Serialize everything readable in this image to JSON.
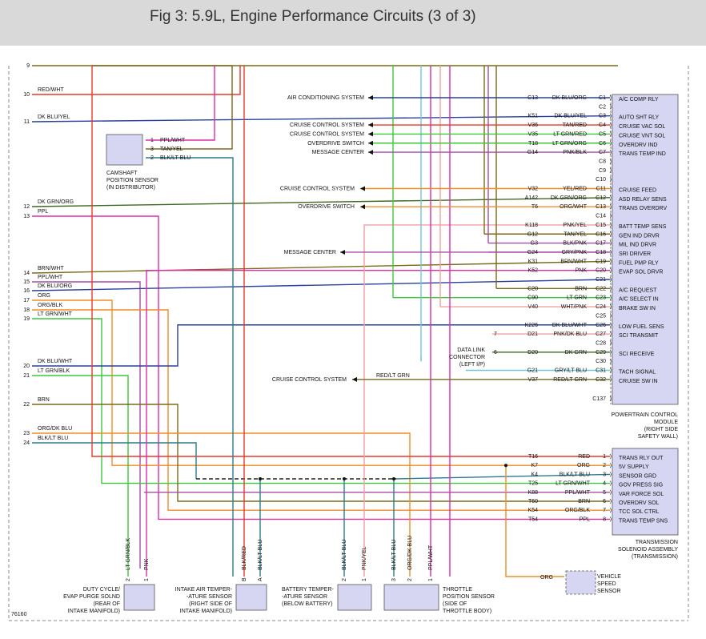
{
  "title": "Fig 3: 5.9L, Engine Performance Circuits (3 of 3)",
  "figure_id": "76160",
  "colors": {
    "red": "#e8392a",
    "orange": "#f28c28",
    "olive": "#7a6a1a",
    "darkblue": "#2a3f9e",
    "darkgreen": "#3f6a1e",
    "magenta": "#e02ca8",
    "green": "#3cc83c",
    "teal": "#2a7c8c",
    "pink": "#f0a0a0",
    "purple": "#a64ca6",
    "lightblue": "#70c8d8",
    "gray": "#777777",
    "pcm_fill": "#d6d6f2"
  },
  "left_wires": [
    {
      "num": "9",
      "label": ""
    },
    {
      "num": "10",
      "label": "RED/WHT"
    },
    {
      "num": "11",
      "label": "DK BLU/YEL"
    },
    {
      "num": "12",
      "label": "DK GRN/ORG"
    },
    {
      "num": "13",
      "label": "PPL"
    },
    {
      "num": "14",
      "label": "BRN/WHT"
    },
    {
      "num": "15",
      "label": "PPL/WHT"
    },
    {
      "num": "16",
      "label": "DK BLU/ORG"
    },
    {
      "num": "17",
      "label": "ORG"
    },
    {
      "num": "18",
      "label": "ORG/BLK"
    },
    {
      "num": "19",
      "label": "LT GRN/WHT"
    },
    {
      "num": "20",
      "label": "DK BLU/WHT"
    },
    {
      "num": "21",
      "label": "LT GRN/BLK"
    },
    {
      "num": "22",
      "label": "BRN"
    },
    {
      "num": "23",
      "label": "ORG/DK BLU"
    },
    {
      "num": "24",
      "label": "BLK/LT BLU"
    }
  ],
  "pcm": {
    "label_lines": [
      "POWERTRAIN CONTROL",
      "MODULE",
      "(RIGHT SIDE",
      "SAFETY WALL)"
    ],
    "pins": [
      {
        "pin": "C1",
        "circuit": "C13",
        "wire": "DK BLU/ORG",
        "func": "A/C COMP RLY"
      },
      {
        "pin": "C2",
        "circuit": "",
        "wire": "",
        "func": ""
      },
      {
        "pin": "C3",
        "circuit": "K51",
        "wire": "DK BLU/YEL",
        "func": "AUTO SHT RLY"
      },
      {
        "pin": "C4",
        "circuit": "V36",
        "wire": "TAN/RED",
        "func": "CRUISE VAC SOL"
      },
      {
        "pin": "C5",
        "circuit": "V35",
        "wire": "LT GRN/RED",
        "func": "CRUISE VNT SOL"
      },
      {
        "pin": "C6",
        "circuit": "T18",
        "wire": "LT GRN/ORG",
        "func": "OVERDRV IND"
      },
      {
        "pin": "C7",
        "circuit": "G14",
        "wire": "PNK/BLK",
        "func": "TRANS TEMP IND"
      },
      {
        "pin": "C8",
        "circuit": "",
        "wire": "",
        "func": ""
      },
      {
        "pin": "C9",
        "circuit": "",
        "wire": "",
        "func": ""
      },
      {
        "pin": "C10",
        "circuit": "",
        "wire": "",
        "func": ""
      },
      {
        "pin": "C11",
        "circuit": "V32",
        "wire": "YEL/RED",
        "func": "CRUISE FEED"
      },
      {
        "pin": "C12",
        "circuit": "A142",
        "wire": "DK GRN/ORG",
        "func": "ASD RELAY SENS"
      },
      {
        "pin": "C13",
        "circuit": "T6",
        "wire": "ORG/WHT",
        "func": "TRANS OVERDRV"
      },
      {
        "pin": "C14",
        "circuit": "",
        "wire": "",
        "func": ""
      },
      {
        "pin": "C15",
        "circuit": "K118",
        "wire": "PNK/YEL",
        "func": "BATT TEMP SENS"
      },
      {
        "pin": "C16",
        "circuit": "G12",
        "wire": "TAN/YEL",
        "func": "GEN IND DRVR"
      },
      {
        "pin": "C17",
        "circuit": "G3",
        "wire": "BLK/PNK",
        "func": "MIL IND DRVR"
      },
      {
        "pin": "C18",
        "circuit": "G24",
        "wire": "GRY/PNK",
        "func": "SRI DRIVER"
      },
      {
        "pin": "C19",
        "circuit": "K31",
        "wire": "BRN/WHT",
        "func": "FUEL PMP RLY"
      },
      {
        "pin": "C20",
        "circuit": "K52",
        "wire": "PNK",
        "func": "EVAP SOL DRVR"
      },
      {
        "pin": "C21",
        "circuit": "",
        "wire": "",
        "func": ""
      },
      {
        "pin": "C22",
        "circuit": "C20",
        "wire": "BRN",
        "func": "A/C REQUEST"
      },
      {
        "pin": "C23",
        "circuit": "C90",
        "wire": "LT GRN",
        "func": "A/C SELECT IN"
      },
      {
        "pin": "C24",
        "circuit": "V40",
        "wire": "WHT/PNK",
        "func": "BRAKE SW IN"
      },
      {
        "pin": "C25",
        "circuit": "",
        "wire": "",
        "func": ""
      },
      {
        "pin": "C26",
        "circuit": "K226",
        "wire": "DK BLU/WHT",
        "func": "LOW FUEL SENS"
      },
      {
        "pin": "C27",
        "circuit": "D21",
        "wire": "PNK/DK BLU",
        "func": "SCI TRANSMIT"
      },
      {
        "pin": "C28",
        "circuit": "",
        "wire": "",
        "func": ""
      },
      {
        "pin": "C29",
        "circuit": "D20",
        "wire": "DK GRN",
        "func": "SCI RECEIVE"
      },
      {
        "pin": "C30",
        "circuit": "",
        "wire": "",
        "func": ""
      },
      {
        "pin": "C31",
        "circuit": "G21",
        "wire": "GRY/LT BLU",
        "func": "TACH SIGNAL"
      },
      {
        "pin": "C32",
        "circuit": "V37",
        "wire": "RED/LT GRN",
        "func": "CRUISE SW IN"
      },
      {
        "pin": "C137",
        "circuit": "",
        "wire": "",
        "func": ""
      }
    ]
  },
  "tsa": {
    "label_lines": [
      "TRANSMISSION",
      "SOLENOID ASSEMBLY",
      "(TRANSMISSION)"
    ],
    "pins": [
      {
        "pin": "1",
        "circuit": "T16",
        "wire": "RED",
        "func": "TRANS RLY OUT"
      },
      {
        "pin": "2",
        "circuit": "K7",
        "wire": "ORG",
        "func": "5V SUPPLY"
      },
      {
        "pin": "3",
        "circuit": "K4",
        "wire": "BLK/LT BLU",
        "func": "SENSOR GRD"
      },
      {
        "pin": "4",
        "circuit": "T25",
        "wire": "LT GRN/WHT",
        "func": "GOV PRESS SIG"
      },
      {
        "pin": "5",
        "circuit": "K88",
        "wire": "PPL/WHT",
        "func": "VAR FORCE SOL"
      },
      {
        "pin": "6",
        "circuit": "T60",
        "wire": "BRN",
        "func": "OVERDRV SOL"
      },
      {
        "pin": "7",
        "circuit": "K54",
        "wire": "ORG/BLK",
        "func": "TCC SOL CTRL"
      },
      {
        "pin": "8",
        "circuit": "T54",
        "wire": "PPL",
        "func": "TRANS TEMP SNS"
      }
    ]
  },
  "destinations": {
    "ac_system": "AIR CONDITIONING SYSTEM",
    "cruise1": "CRUISE CONTROL SYSTEM",
    "cruise2": "CRUISE CONTROL SYSTEM",
    "overdrive1": "OVERDRIVE SWITCH",
    "message1": "MESSAGE CENTER",
    "cruise3": "CRUISE CONTROL SYSTEM",
    "overdrive2": "OVERDRIVE SWITCH",
    "message2": "MESSAGE CENTER",
    "cruise4": "CRUISE CONTROL SYSTEM",
    "cruise4_wire": "RED/LT GRN"
  },
  "camshaft": {
    "label_lines": [
      "CAMSHAFT",
      "POSITION SENSOR",
      "(IN DISTRIBUTOR)"
    ],
    "pins": [
      {
        "num": "1",
        "wire": "PPL/WHT"
      },
      {
        "num": "3",
        "wire": "TAN/YEL"
      },
      {
        "num": "2",
        "wire": "BLK/LT BLU"
      }
    ]
  },
  "dlc": {
    "label_lines": [
      "DATA LINK",
      "CONNECTOR",
      "(LEFT I/P)"
    ],
    "pins": [
      {
        "num": "7"
      },
      {
        "num": "6"
      }
    ]
  },
  "bottom_components": [
    {
      "id": "duty",
      "label_lines": [
        "DUTY CYCLE/",
        "EVAP PURGE SOLND",
        "(REAR OF",
        "INTAKE MANIFOLD)"
      ],
      "pins": [
        {
          "num": "2",
          "wire": "LT GRN/BLK"
        },
        {
          "num": "1",
          "wire": "PNK"
        }
      ]
    },
    {
      "id": "iat",
      "label_lines": [
        "INTAKE AIR TEMPER-",
        "-ATURE SENSOR",
        "(RIGHT SIDE OF",
        "INTAKE MANIFOLD)"
      ],
      "pins": [
        {
          "num": "B",
          "wire": "BLK/RED"
        },
        {
          "num": "A",
          "wire": "BLK/LT BLU"
        }
      ]
    },
    {
      "id": "batt",
      "label_lines": [
        "BATTERY TEMPER-",
        "-ATURE SENSOR",
        "(BELOW BATTERY)"
      ],
      "pins": [
        {
          "num": "2",
          "wire": "BLK/LT BLU"
        },
        {
          "num": "1",
          "wire": "PNK/YEL"
        }
      ]
    },
    {
      "id": "tps",
      "label_lines": [
        "THROTTLE",
        "POSITION SENSOR",
        "(SIDE OF",
        "THROTTLE BODY)"
      ],
      "pins": [
        {
          "num": "3",
          "wire": "BLK/LT BLU"
        },
        {
          "num": "2",
          "wire": "ORG/DK BLU"
        },
        {
          "num": "1",
          "wire": "PPL/WHT"
        }
      ]
    }
  ],
  "vss": {
    "label_lines": [
      "VEHICLE",
      "SPEED",
      "SENSOR"
    ],
    "wire": "ORG"
  }
}
